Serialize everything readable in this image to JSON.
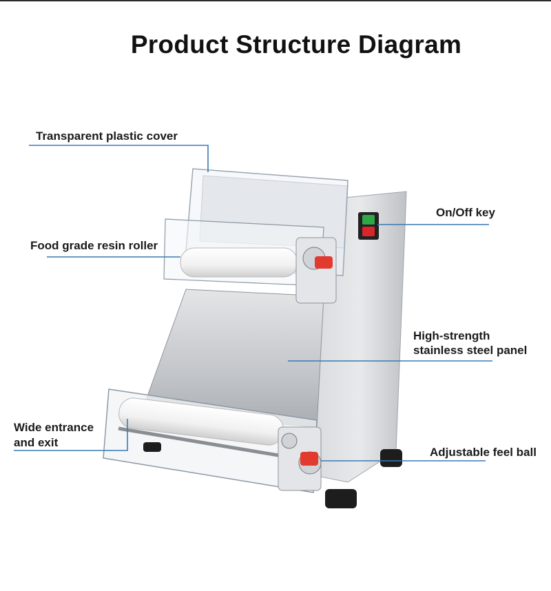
{
  "title": "Product Structure Diagram",
  "labels": {
    "cover": "Transparent plastic cover",
    "roller": "Food grade resin roller",
    "entrance_line1": "Wide entrance",
    "entrance_line2": "and exit",
    "onoff": "On/Off key",
    "panel_line1": "High-strength",
    "panel_line2": "stainless steel panel",
    "feel_ball": "Adjustable feel ball"
  },
  "colors": {
    "leader_line": "#3a78b4",
    "steel": "#c9ccd0",
    "switch_green": "#2fa84a",
    "switch_red": "#d8262a",
    "knob_red": "#e23a2e"
  }
}
